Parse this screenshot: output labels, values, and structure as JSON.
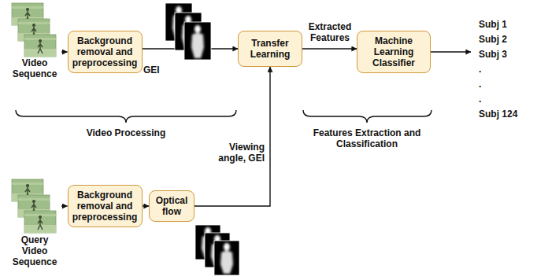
{
  "diagram": {
    "nodes": [
      {
        "text": [
          "Video Sequence"
        ]
      },
      {
        "text": [
          "Background removal and preprocessing"
        ]
      },
      {
        "text": [
          "Transfer Learning"
        ]
      },
      {
        "text": [
          "Machine Learning Classifier"
        ]
      },
      {
        "text": [
          "Subj 1",
          "Subj 2",
          "Subj 3",
          ".",
          ".",
          ".",
          "Subj 124"
        ]
      },
      {
        "text": [
          "Query Video Sequence"
        ]
      },
      {
        "text": [
          "Background removal and preprocessing"
        ]
      },
      {
        "text": [
          "Optical flow"
        ]
      }
    ],
    "edges": [
      {
        "from": 0,
        "to": 1,
        "arrow": "to"
      },
      {
        "from": 1,
        "to": 2,
        "label": "GEI",
        "arrow": "to"
      },
      {
        "from": 2,
        "to": 3,
        "label": "Extracted Features",
        "arrow": "to"
      },
      {
        "from": 3,
        "to": 4,
        "arrow": "to"
      },
      {
        "from": 5,
        "to": 6,
        "arrow": "to"
      },
      {
        "from": 6,
        "to": 7,
        "arrow": "to"
      },
      {
        "from": 7,
        "to": 2,
        "label": "Viewing angle, GEI",
        "arrow": "to"
      }
    ],
    "labels": [
      "Video Processing",
      "Features Extraction and Classification"
    ]
  }
}
